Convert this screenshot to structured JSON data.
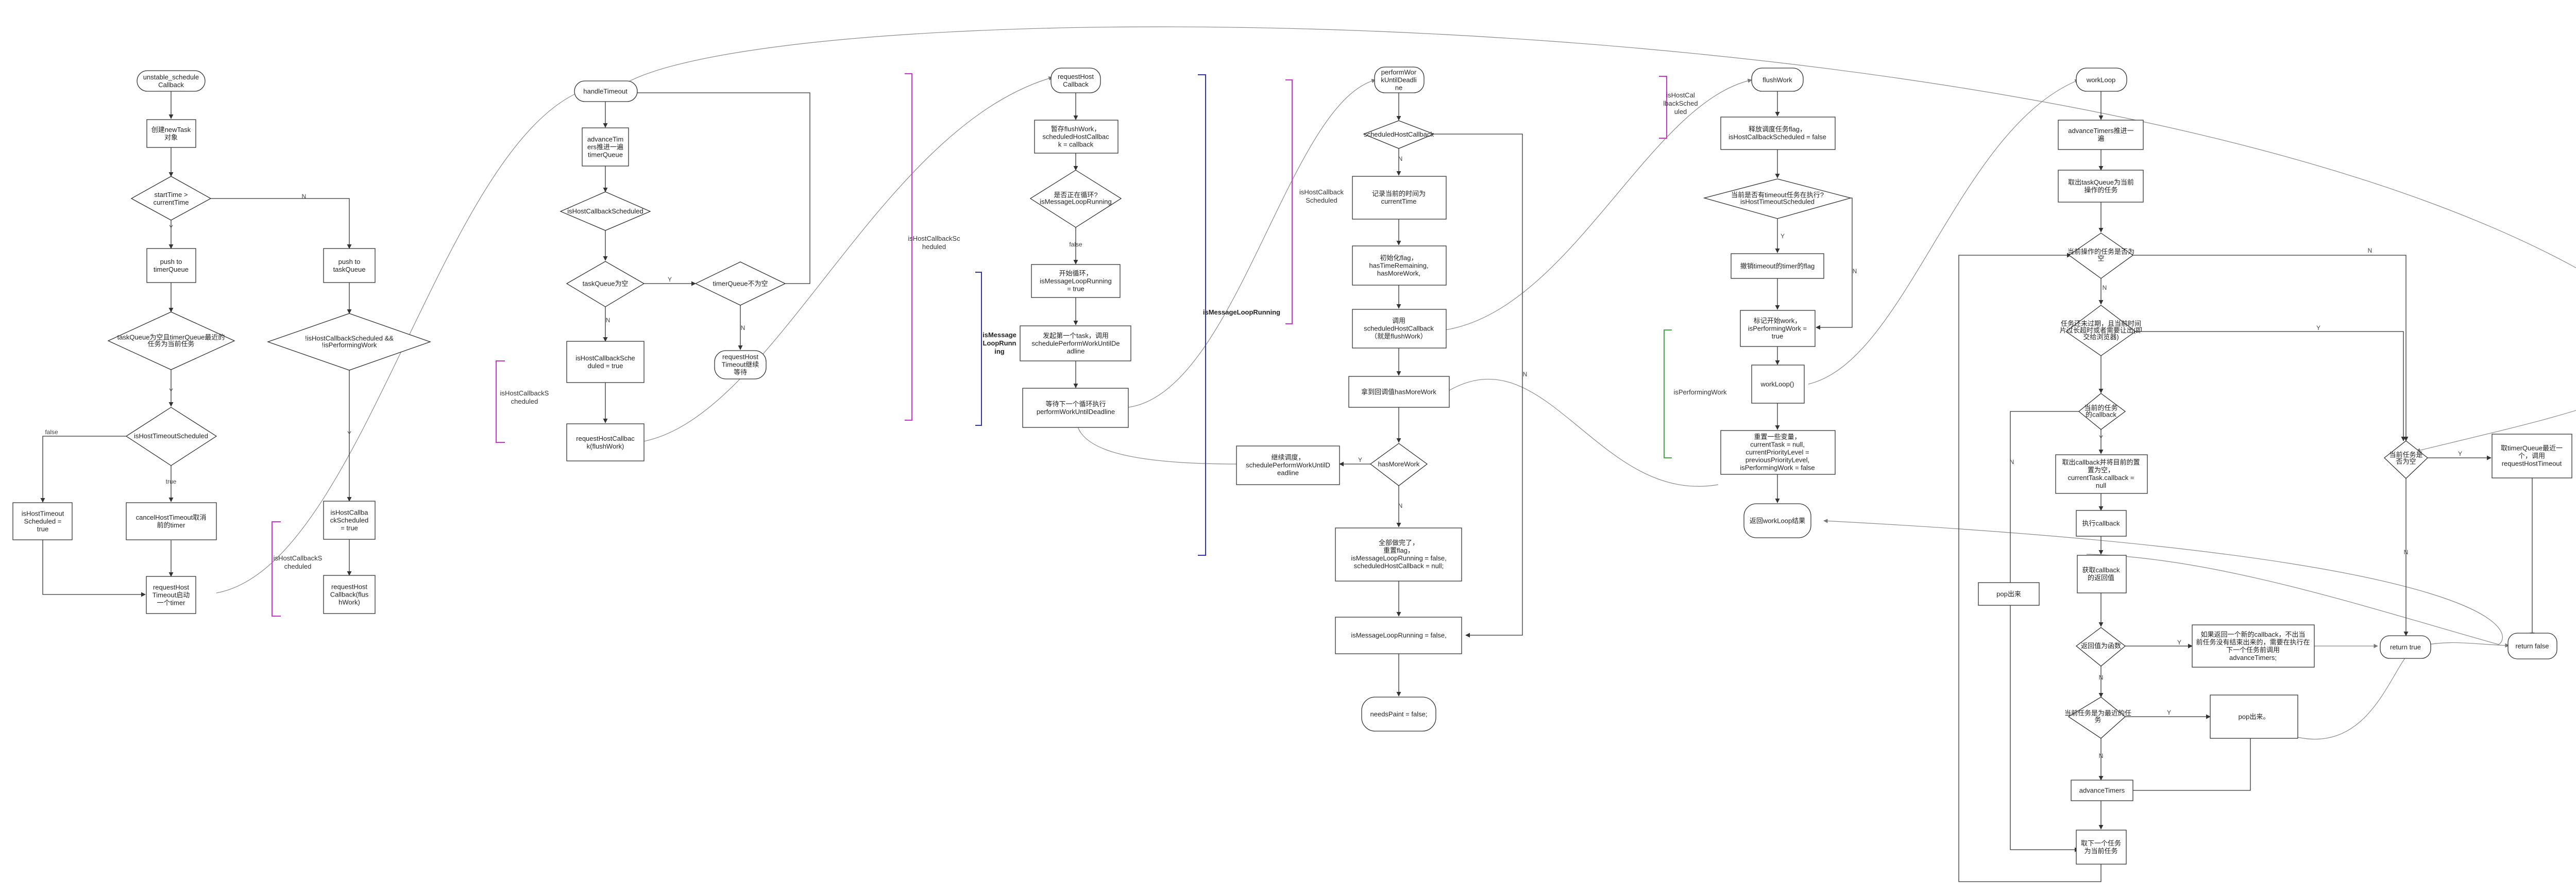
{
  "nodes": {
    "c1_start": [
      "unstable_schedule",
      "Callback"
    ],
    "c1_new": [
      "创建newTask",
      "对象"
    ],
    "c1_dec1": [
      "startTime >",
      "currentTime"
    ],
    "c1_push_timer": [
      "push to",
      "timerQueue"
    ],
    "c1_push_task": [
      "push to",
      "taskQueue"
    ],
    "c1_dec2": [
      "taskQueue为空且timerQueue最近的",
      "任务为当前任务"
    ],
    "c1_dec3": [
      "isHostTimeoutScheduled"
    ],
    "c1_set_timeout": [
      "isHostTimeout",
      "Scheduled =",
      "true"
    ],
    "c1_cancel": [
      "cancelHostTimeout取消",
      "前的timer"
    ],
    "c1_req_timeout": [
      "requestHost",
      "Timeout启动",
      "一个timer"
    ],
    "c1_dec4": [
      "!isHostCallbackScheduled &&",
      "!isPerformingWork"
    ],
    "c1_set_cb": [
      "isHostCallba",
      "ckScheduled",
      "= true"
    ],
    "c1_req_cb": [
      "requestHost",
      "Callback(flus",
      "hWork)"
    ],
    "c2_start": [
      "handleTimeout"
    ],
    "c2_advance": [
      "advanceTim",
      "ers推进一遍",
      "timerQueue"
    ],
    "c2_dec1": [
      "isHostCallbackScheduled"
    ],
    "c2_dec2": [
      "taskQueue为空"
    ],
    "c2_dec3": [
      "timerQueue不为空"
    ],
    "c2_set_cb": [
      "isHostCallbackSche",
      "duled = true"
    ],
    "c2_req_cb": [
      "requestHostCallbac",
      "k(flushWork)"
    ],
    "c2_req_timeout": [
      "requestHost",
      "Timeout继续",
      "等待"
    ],
    "c3_start": [
      "requestHost",
      "Callback"
    ],
    "c3_save": [
      "暂存flushWork，",
      "scheduledHostCallbac",
      "k = callback"
    ],
    "c3_dec": [
      "是否正在循环?",
      "isMessageLoopRunning"
    ],
    "c3_start_loop": [
      "开始循环，",
      "isMessageLoopRunning",
      "= true"
    ],
    "c3_post": [
      "发起第一个task，调用",
      "schedulePerformWorkUntilDe",
      "adline"
    ],
    "c3_wait": [
      "等待下一个循环执行",
      "performWorkUntilDeadline"
    ],
    "c4_start": [
      "performWor",
      "kUntilDeadli",
      "ne"
    ],
    "c4_dec1": [
      "scheduledHostCallback"
    ],
    "c4_record": [
      "记录当前的时间为",
      "currentTime"
    ],
    "c4_init": [
      "初始化flag，",
      "hasTimeRemaining,",
      "hasMoreWork,"
    ],
    "c4_call": [
      "调用",
      "scheduledHostCallback",
      "（就是flushWork）"
    ],
    "c4_return": [
      "拿到回调值hasMoreWork"
    ],
    "c4_dec2": [
      "hasMoreWork"
    ],
    "c4_continue": [
      "继续调度，",
      "schedulePerformWorkUntilD",
      "eadline"
    ],
    "c4_done": [
      "全部做完了，",
      "重置flag，",
      "isMessageLoopRunning = false,",
      "scheduledHostCallback = null;"
    ],
    "c4_end_flag": [
      "isMessageLoopRunning = false,"
    ],
    "c4_paint": [
      "needsPaint = false;"
    ],
    "c5_start": [
      "flushWork"
    ],
    "c5_reset": [
      "释放调度任务flag，",
      "isHostCallbackScheduled = false"
    ],
    "c5_dec": [
      "当前是否有timeout任务在执行?",
      "isHostTimeoutScheduled"
    ],
    "c5_cancel": [
      "撤销timeout的timer的flag"
    ],
    "c5_mark": [
      "标记开始work，",
      "isPerformingWork =",
      "true"
    ],
    "c5_workloop": [
      "workLoop()"
    ],
    "c5_reset2": [
      "重置一些变量，",
      "currentTask = null,",
      "currentPriorityLevel =",
      "previousPriorityLevel,",
      "isPerformingWork = false"
    ],
    "c5_return": [
      "返回workLoop结果"
    ],
    "c6_start": [
      "workLoop"
    ],
    "c6_advance": [
      "advanceTimers推进一",
      "遍"
    ],
    "c6_take": [
      "取出taskQueue为当前",
      "操作的任务"
    ],
    "c6_dec1": [
      "当前操作的任务是否为",
      "空"
    ],
    "c6_dec2": [
      "任务还未过期，且当前时间",
      "片过长超时或者需要让出(即",
      "交给浏览器)"
    ],
    "c6_dec3": [
      "当前的任务",
      "的callback"
    ],
    "c6_take_cb": [
      "取出callback并将目前的置",
      "置为空，",
      "currentTask.callback =",
      "null"
    ],
    "c6_exec": [
      "执行callback"
    ],
    "c6_get": [
      "获取callback",
      "的返回值"
    ],
    "c6_dec4": [
      "返回值为函数"
    ],
    "c6_cont_note": [
      "如果返回一个新的callback，不出当",
      "前任务没有结束出来的，需要在执行在",
      "下一个任务前调用",
      "advanceTimers;"
    ],
    "c6_dec5": [
      "当前任务是为最近的任",
      "务"
    ],
    "c6_pop_task": [
      "pop出来。"
    ],
    "c6_pop": [
      "pop出来"
    ],
    "c6_advance2": [
      "advanceTimers"
    ],
    "c6_next": [
      "取下一个任务",
      "为当前任务"
    ],
    "c6_dec6": [
      "当前任务是",
      "否为空"
    ],
    "c6_req_timeout": [
      "取timerQueue最近一",
      "个，调用",
      "requestHostTimeout"
    ],
    "c6_return_true": [
      "return true"
    ],
    "c6_return_false": [
      "return false"
    ]
  },
  "edge_labels": {
    "yes": "Y",
    "no": "N",
    "true_label": "true",
    "false_label": "false"
  },
  "annotations": {
    "a1": [
      "isHostCallbackS",
      "cheduled"
    ],
    "a2": [
      "isHostCallbackS",
      "cheduled"
    ],
    "a3": [
      "isHostCallbackSc",
      "heduled"
    ],
    "a4": [
      "isMessage",
      "LoopRunn",
      "ing"
    ],
    "a5": [
      "isMessageLoopRunning"
    ],
    "a6": [
      "isHostCallback",
      "Scheduled"
    ],
    "a7": [
      "isHostCal",
      "lbackSched",
      "uled"
    ],
    "a8": [
      "isPerformingWork"
    ]
  },
  "colors": {
    "stroke": "#333333",
    "magenta": "#cc33cc",
    "navy": "#3333aa",
    "green": "#44aa44",
    "curve": "#888888"
  }
}
